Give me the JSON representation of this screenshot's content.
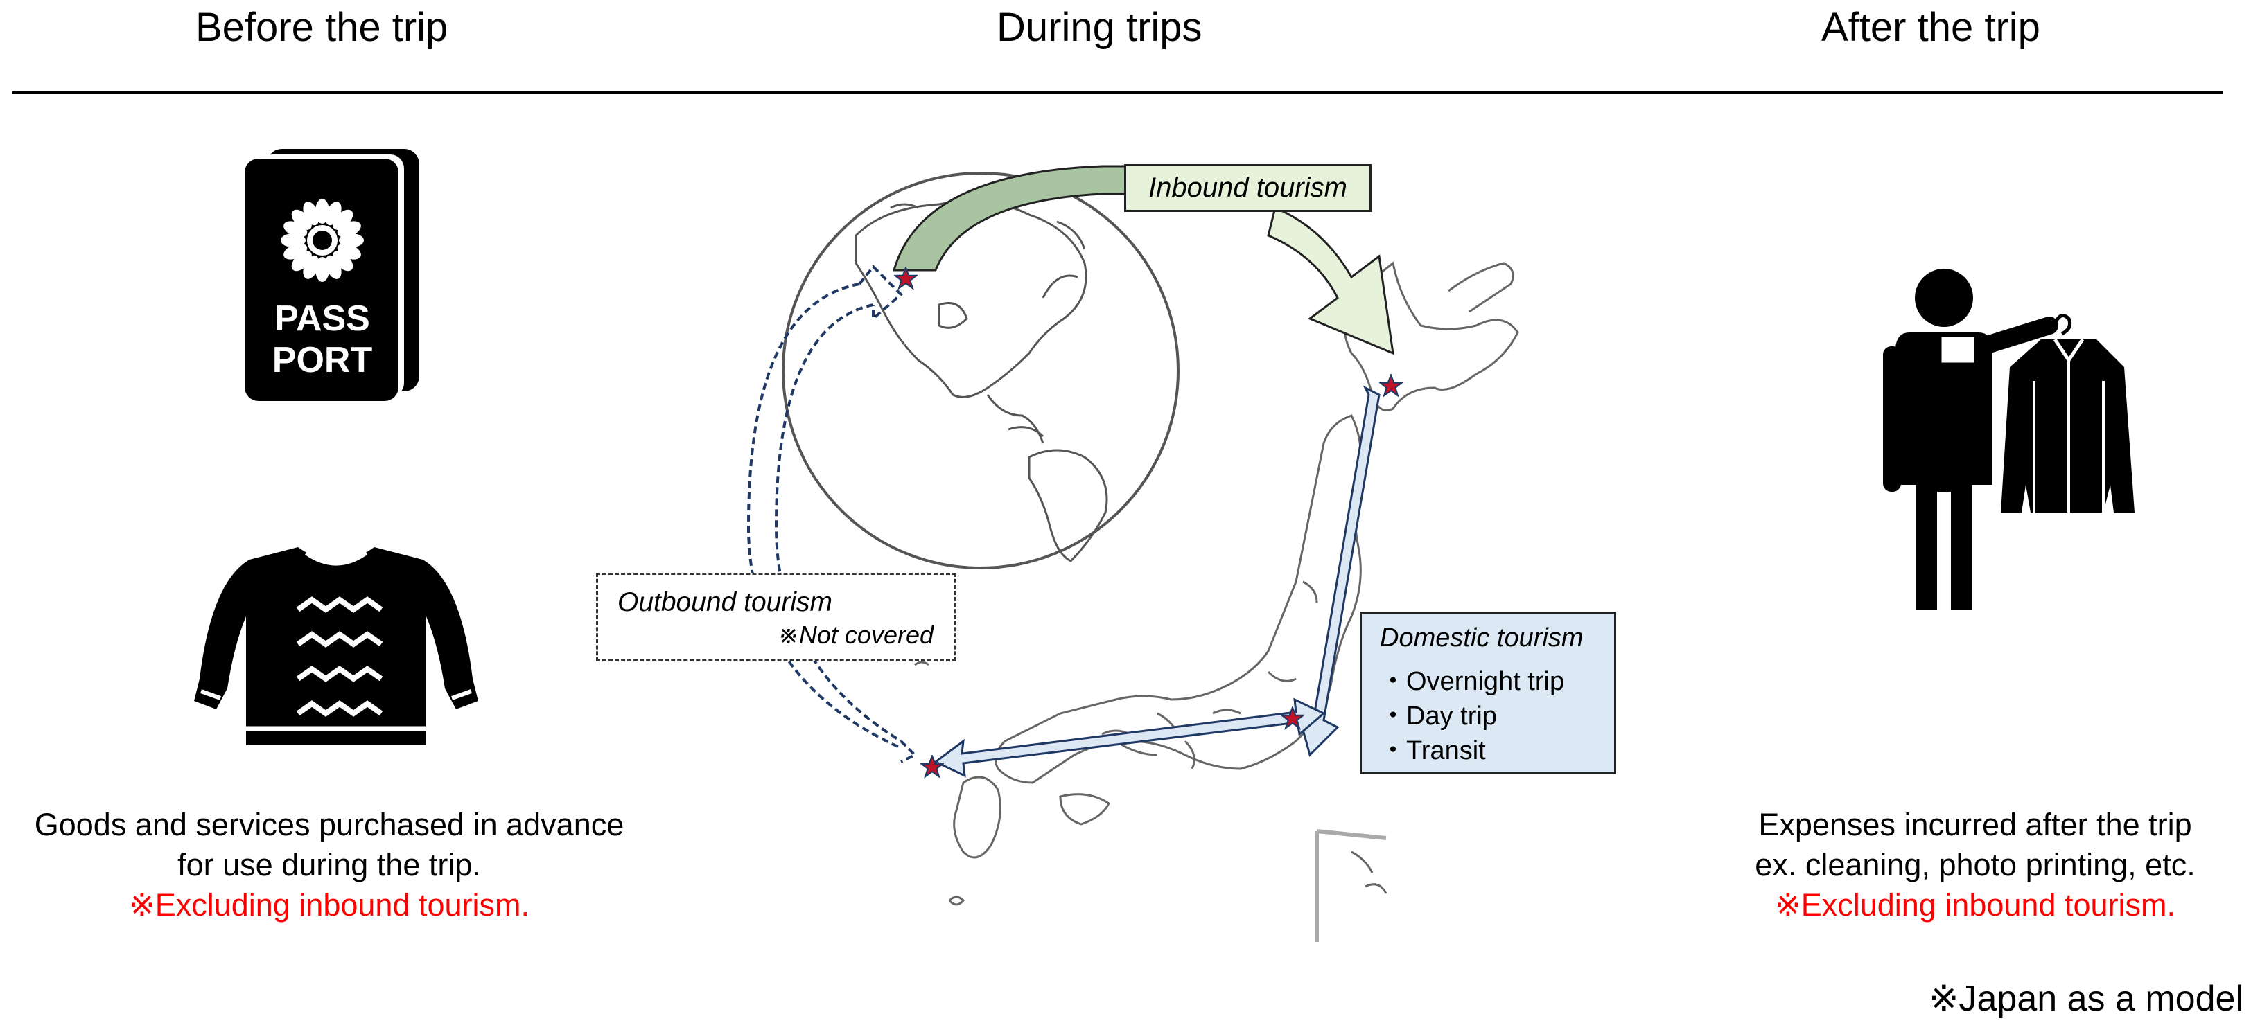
{
  "headings": {
    "before": "Before the trip",
    "during": "During trips",
    "after": "After the trip"
  },
  "before_caption": {
    "line1": "Goods and services purchased in advance",
    "line2": "for use during the trip.",
    "line3": "※Excluding inbound tourism."
  },
  "after_caption": {
    "line1": "Expenses incurred after the trip",
    "line2": "ex. cleaning, photo printing, etc.",
    "line3": "※Excluding inbound tourism."
  },
  "passport": {
    "line1": "PASS",
    "line2": "PORT"
  },
  "inbound": {
    "label": "Inbound tourism"
  },
  "outbound": {
    "label": "Outbound tourism",
    "note": "※Not covered"
  },
  "domestic": {
    "label": "Domestic tourism",
    "items": [
      "・Overnight trip",
      "・Day trip",
      "・Transit"
    ]
  },
  "footnote": "※Japan as a model",
  "colors": {
    "red_text": "#ff0000",
    "inbound_fill": "#e6f2d9",
    "domestic_fill": "#dce9f5",
    "star": "#c0132a",
    "outbound_line": "#1f3864"
  },
  "icons": [
    "passport-icon",
    "sweater-icon",
    "globe-icon",
    "japan-map",
    "person-with-clothes-icon",
    "star-icon"
  ]
}
